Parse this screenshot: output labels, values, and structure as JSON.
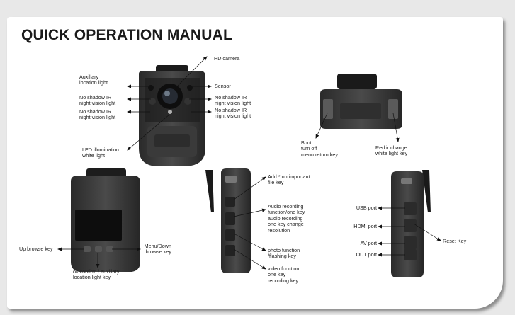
{
  "title": "QUICK OPERATION MANUAL",
  "front": {
    "hd_camera": "HD  camera",
    "aux_light": "Auxiliary\nlocation light",
    "sensor": "Sensor",
    "ir_left_1": "No shadow IR\nnight vision light",
    "ir_left_2": "No shadow IR\nnight vision light",
    "ir_right_1": "No shadow IR\nnight vision light",
    "ir_right_2": "No shadow IR\nnight vision light",
    "led_white": "LED  illumination\nwhite light"
  },
  "top": {
    "boot": "Boot\nturn off\nmenu return key",
    "red_ir": "Red  ir  change\nwhite  light  key"
  },
  "back": {
    "up_browse": "Up browse key",
    "menu_down": "Menu/Down\nbrowse key",
    "ok_confirm": "ok confirm / auxiliary\nlocation light key"
  },
  "left_side": {
    "important_file": "Add * on important\nfile key",
    "audio_recording": "Audio recording\nfunction/one key\naudio recording\none  key change\nresolution",
    "photo_function": "photo function\n/flashing key",
    "video_function": "video function\none key\nrecording key"
  },
  "right_side": {
    "usb_port": "USB port",
    "hdmi_port": "HDMI port",
    "av_port": "AV port",
    "out_port": "OUT port",
    "reset_key": "Reset Key"
  }
}
